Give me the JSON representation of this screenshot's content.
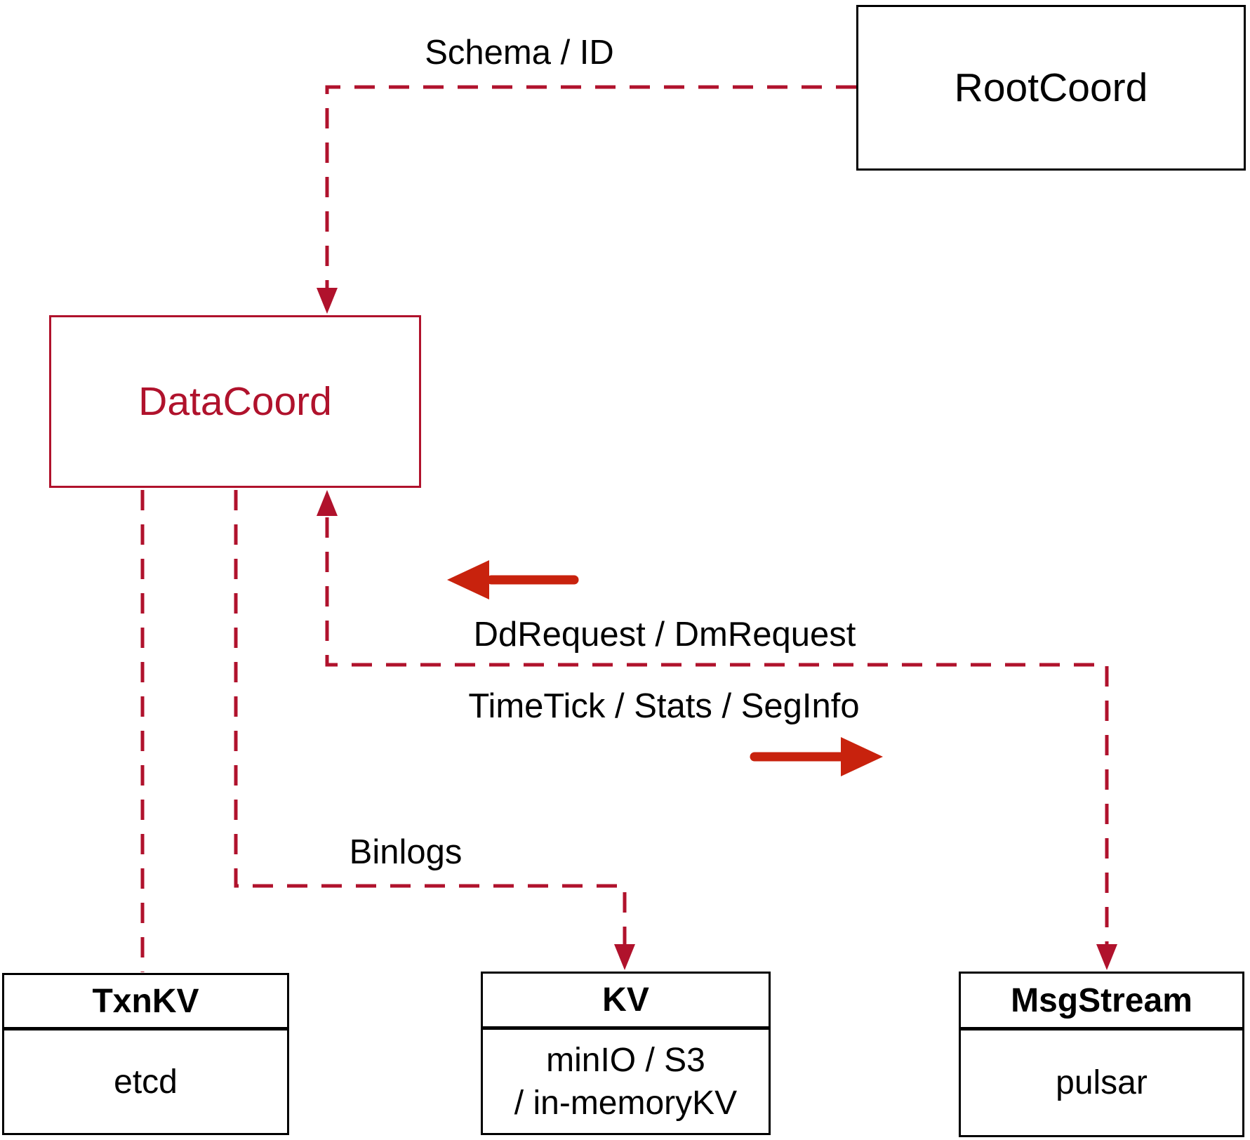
{
  "diagram": {
    "nodes": {
      "rootcoord": {
        "label": "RootCoord"
      },
      "datacoord": {
        "label": "DataCoord"
      },
      "txnkv": {
        "title": "TxnKV",
        "body": "etcd"
      },
      "kv": {
        "title": "KV",
        "body_line1": "minIO / S3",
        "body_line2": "/ in-memoryKV"
      },
      "msgstream": {
        "title": "MsgStream",
        "body": "pulsar"
      }
    },
    "edge_labels": {
      "schema_id": "Schema / ID",
      "requests": "DdRequest / DmRequest",
      "timetick": "TimeTick / Stats / SegInfo",
      "binlogs": "Binlogs"
    },
    "colors": {
      "crimson_dash": "#B0122C",
      "solid_arrow_red": "#C8220D",
      "box_border_black": "#000000",
      "background": "#FFFFFF"
    }
  }
}
